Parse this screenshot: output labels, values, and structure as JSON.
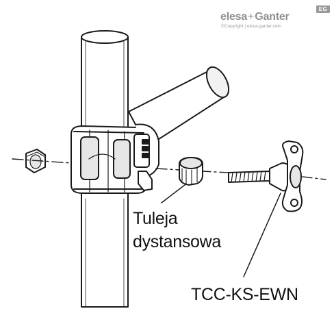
{
  "logo": {
    "brand_part1": "elesa",
    "brand_plus": "+",
    "brand_part2": "Ganter",
    "badge": "EG",
    "copyright": "©Copyright | elesa-ganter.com"
  },
  "labels": {
    "spacer_line1": "Tuleja",
    "spacer_line2": "dystansowa",
    "product_code": "TCC-KS-EWN"
  },
  "colors": {
    "stroke": "#1a1a1a",
    "fill": "#ffffff",
    "shade": "#e6e6e6",
    "logo_gray": "#9a9a9a"
  }
}
